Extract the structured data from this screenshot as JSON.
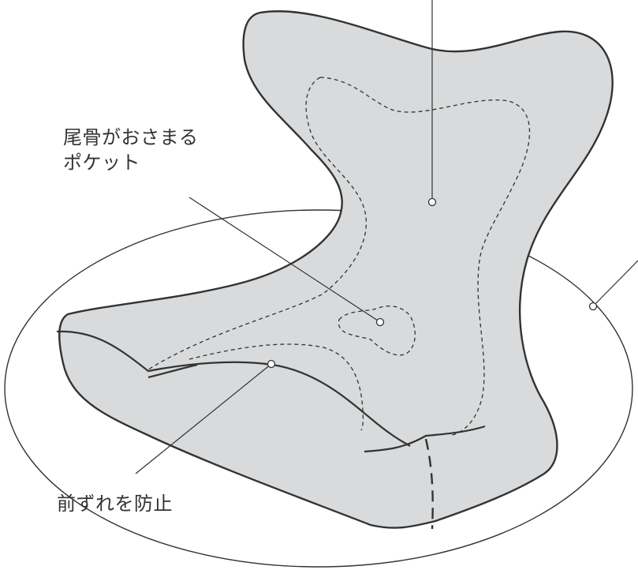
{
  "annotations": {
    "tailbone_pocket": {
      "line1": "尾骨がおさまる",
      "line2": "ポケット"
    },
    "prevent_slip": {
      "text": "前ずれを防止"
    }
  },
  "colors": {
    "cushion_fill": "#d9dadb",
    "outline": "#333333",
    "leader_line": "#333333",
    "marker_fill": "#ffffff"
  }
}
